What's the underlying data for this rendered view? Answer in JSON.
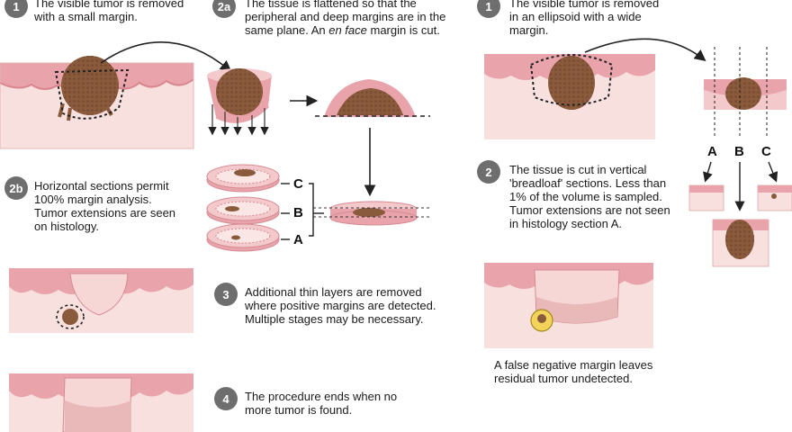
{
  "mohs": {
    "step1": {
      "badge": "1",
      "text": "The visible tumor is removed with a small margin."
    },
    "step2a": {
      "badge": "2a",
      "text_before": "The tissue is flattened so that the peripheral and deep margins are in the same plane. An ",
      "text_italic": "en face",
      "text_after": " margin is cut."
    },
    "step2b": {
      "badge": "2b",
      "text": "Horizontal sections permit 100% margin analysis. Tumor extensions are seen on histology."
    },
    "layer_labels": [
      "C",
      "B",
      "A"
    ],
    "step3": {
      "badge": "3",
      "text": "Additional thin layers are removed where positive margins are detected. Multiple stages may be necessary."
    },
    "step4": {
      "badge": "4",
      "text": "The procedure ends when no more tumor is found."
    }
  },
  "breadloaf": {
    "step1": {
      "badge": "1",
      "text": "The visible tumor is removed in an ellipsoid with a wide margin."
    },
    "section_labels": [
      "A",
      "B",
      "C"
    ],
    "step2": {
      "badge": "2",
      "text": "The tissue is cut in vertical 'breadloaf' sections. Less than 1% of the volume is sampled. Tumor extensions are not seen in histology section A."
    },
    "caption": "A false negative margin leaves residual tumor undetected."
  },
  "colors": {
    "skin_top": "#e9a3ab",
    "skin_mid": "#f3c9cc",
    "dermis": "#f8e0df",
    "tumor": "#8a5a3c",
    "arrow": "#222222",
    "badge": "#6e6e6e",
    "residual": "#f3d35a"
  }
}
